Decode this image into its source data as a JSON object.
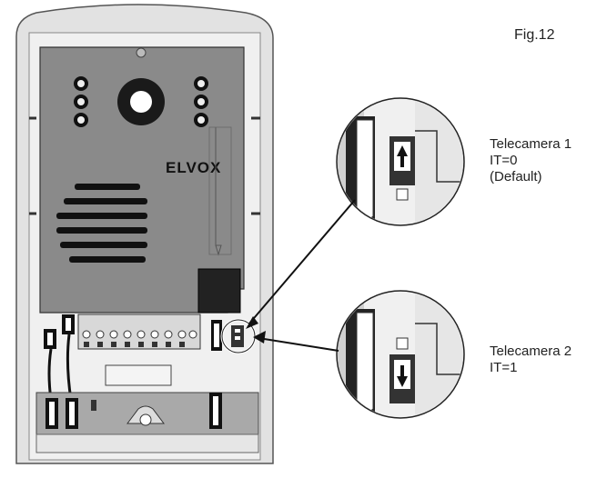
{
  "figure": {
    "label": "Fig.12"
  },
  "brand": {
    "logo_text": "ELVOX"
  },
  "callouts": [
    {
      "lines": [
        "Telecamera 1",
        "IT=0",
        "(Default)"
      ]
    },
    {
      "lines": [
        "Telecamera 2",
        "IT=1"
      ]
    }
  ],
  "colors": {
    "housing_outer": "#e4e4e4",
    "housing_inner": "#f2f2f2",
    "board": "#8c8c8c",
    "dark": "#1a1a1a",
    "line": "#222222"
  }
}
